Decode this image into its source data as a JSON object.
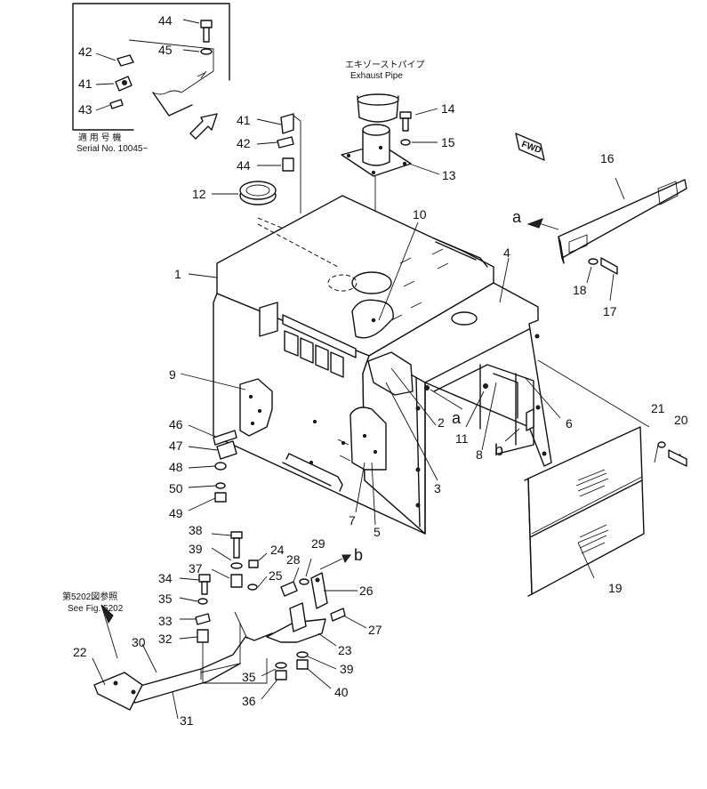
{
  "notes": {
    "serial_jp": "適 用 号 機",
    "serial_en": "Serial No. 10045~",
    "exhaust_jp": "エキゾーストパイプ",
    "exhaust_en": "Exhaust Pipe",
    "fig_ref_jp": "第5202図参照",
    "fig_ref_en": "See Fig. 5202",
    "fwd": "FWD"
  },
  "view_markers": {
    "a": "a",
    "b": "b"
  },
  "callouts": {
    "p1": "1",
    "p2": "2",
    "p3": "3",
    "p4": "4",
    "p5": "5",
    "p6": "6",
    "p7": "7",
    "p8": "8",
    "p9": "9",
    "p10": "10",
    "p11": "11",
    "p12": "12",
    "p13": "13",
    "p14": "14",
    "p15": "15",
    "p16": "16",
    "p17": "17",
    "p18": "18",
    "p19": "19",
    "p20": "20",
    "p21": "21",
    "p22": "22",
    "p23": "23",
    "p24": "24",
    "p25": "25",
    "p26": "26",
    "p27": "27",
    "p28": "28",
    "p29": "29",
    "p30": "30",
    "p31": "31",
    "p32": "32",
    "p33": "33",
    "p34": "34",
    "p35a": "35",
    "p35b": "35",
    "p36": "36",
    "p37": "37",
    "p38": "38",
    "p39a": "39",
    "p39b": "39",
    "p40": "40",
    "p41a": "41",
    "p41b": "41",
    "p42a": "42",
    "p42b": "42",
    "p43": "43",
    "p44a": "44",
    "p44b": "44",
    "p45": "45",
    "p46": "46",
    "p47": "47",
    "p48": "48",
    "p49": "49",
    "p50": "50"
  }
}
